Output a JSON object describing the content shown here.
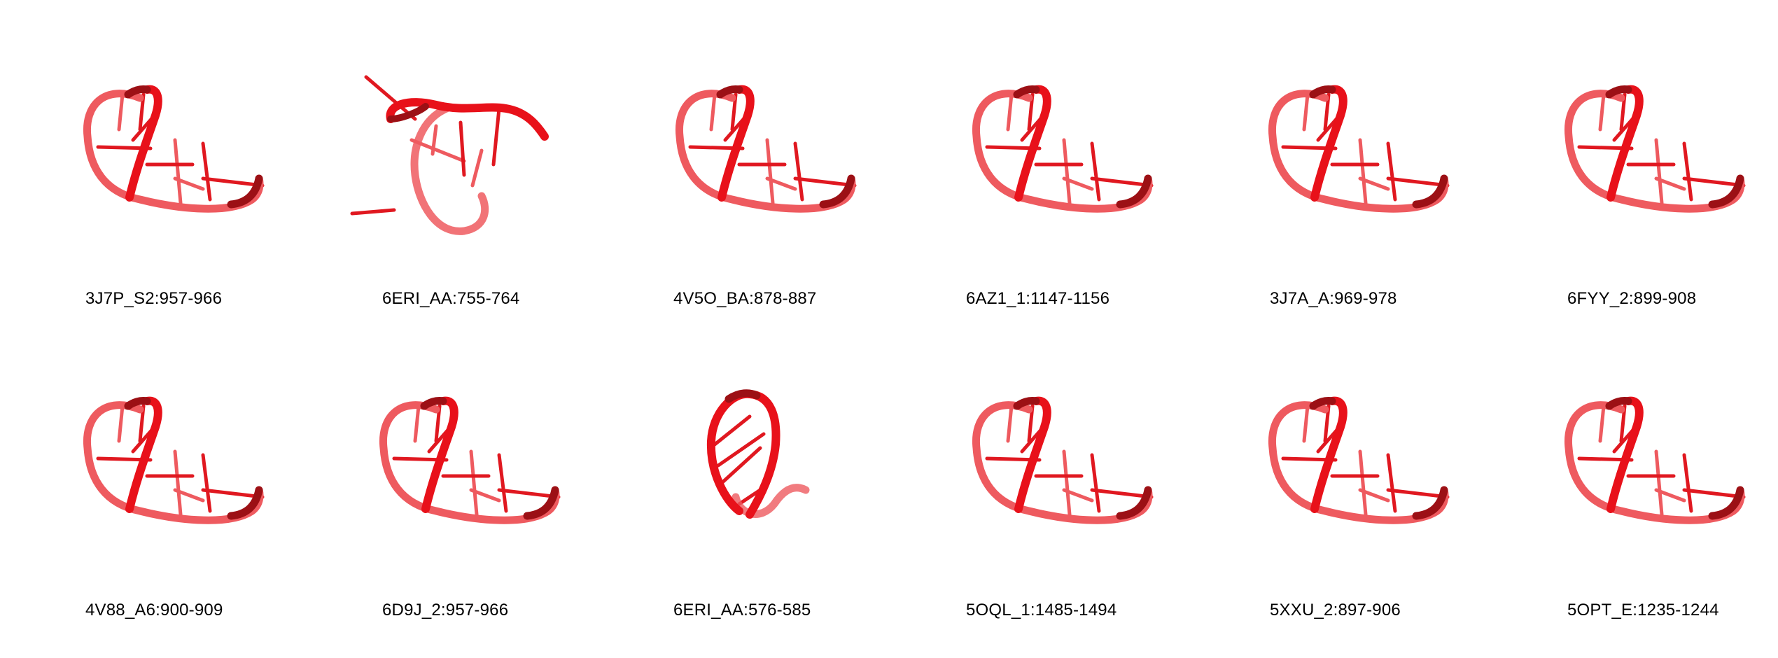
{
  "colors": {
    "background": "#ffffff",
    "strand_main": "#e8111a",
    "strand_light": "#ee5a5f",
    "strand_dark": "#9c1015",
    "base_stick": "#e01820",
    "caption_text": "#000000"
  },
  "structures": [
    {
      "label": "3J7P_S2:957-966",
      "shape": "hook",
      "row": 0,
      "col": 0
    },
    {
      "label": "6ERI_AA:755-764",
      "shape": "open-loop",
      "row": 0,
      "col": 1
    },
    {
      "label": "4V5O_BA:878-887",
      "shape": "hook",
      "row": 0,
      "col": 2
    },
    {
      "label": "6AZ1_1:1147-1156",
      "shape": "hook",
      "row": 0,
      "col": 3
    },
    {
      "label": "3J7A_A:969-978",
      "shape": "hook",
      "row": 0,
      "col": 4
    },
    {
      "label": "6FYY_2:899-908",
      "shape": "hook",
      "row": 0,
      "col": 5
    },
    {
      "label": "4V88_A6:900-909",
      "shape": "hook",
      "row": 1,
      "col": 0
    },
    {
      "label": "6D9J_2:957-966",
      "shape": "hook",
      "row": 1,
      "col": 1
    },
    {
      "label": "6ERI_AA:576-585",
      "shape": "oval-loop",
      "row": 1,
      "col": 2
    },
    {
      "label": "5OQL_1:1485-1494",
      "shape": "hook",
      "row": 1,
      "col": 3
    },
    {
      "label": "5XXU_2:897-906",
      "shape": "hook",
      "row": 1,
      "col": 4
    },
    {
      "label": "5OPT_E:1235-1244",
      "shape": "hook",
      "row": 1,
      "col": 5
    }
  ]
}
